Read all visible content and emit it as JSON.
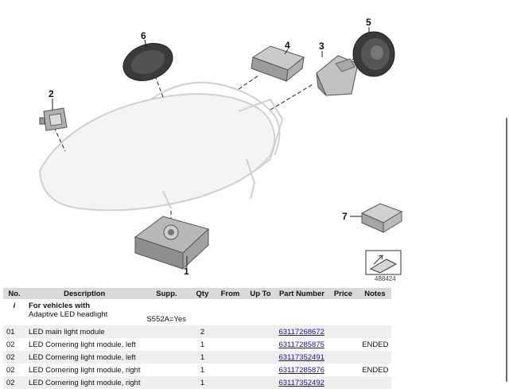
{
  "diagram": {
    "callouts": [
      "1",
      "2",
      "3",
      "4",
      "5",
      "6",
      "7"
    ],
    "reference_number": "488424"
  },
  "table": {
    "headers": [
      "No.",
      "Description",
      "Supp.",
      "Qty",
      "From",
      "Up To",
      "Part Number",
      "Price",
      "Notes"
    ],
    "info_row": {
      "no": "i",
      "title": "For vehicles with",
      "subtitle": "Adaptive LED headlight",
      "supp": "S552A=Yes"
    },
    "rows": [
      {
        "no": "01",
        "description": "LED main light module",
        "supp": "",
        "qty": "2",
        "from": "",
        "upto": "",
        "part_number": "63117268672",
        "price": "",
        "notes": ""
      },
      {
        "no": "02",
        "description": "LED Cornering light module, left",
        "supp": "",
        "qty": "1",
        "from": "",
        "upto": "",
        "part_number": "63117285875",
        "price": "",
        "notes": "ENDED"
      },
      {
        "no": "02",
        "description": "LED Cornering light module, left",
        "supp": "",
        "qty": "1",
        "from": "",
        "upto": "",
        "part_number": "63117352491",
        "price": "",
        "notes": ""
      },
      {
        "no": "02",
        "description": "LED Cornering light module, right",
        "supp": "",
        "qty": "1",
        "from": "",
        "upto": "",
        "part_number": "63117285876",
        "price": "",
        "notes": "ENDED"
      },
      {
        "no": "02",
        "description": "LED Cornering light module, right",
        "supp": "",
        "qty": "1",
        "from": "",
        "upto": "",
        "part_number": "63117352492",
        "price": "",
        "notes": ""
      }
    ]
  }
}
